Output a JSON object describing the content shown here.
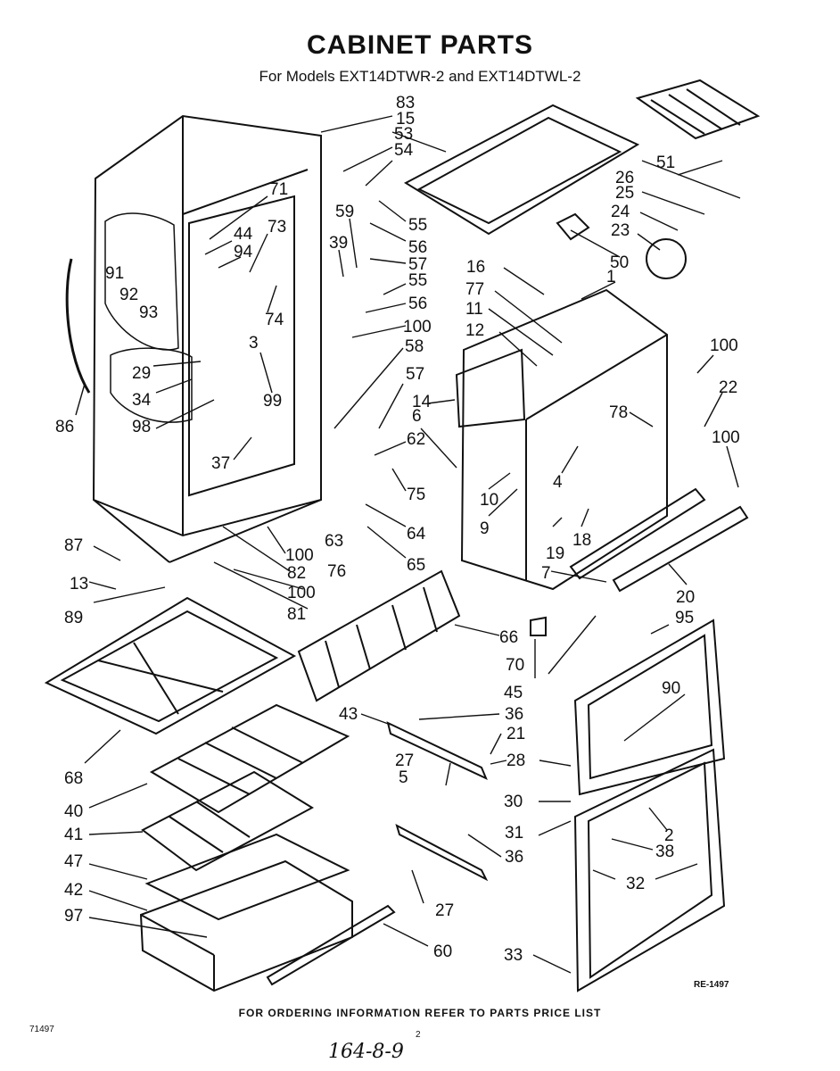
{
  "title": "CABINET PARTS",
  "subtitle": "For Models EXT14DTWR-2 and EXT14DTWL-2",
  "footer": "FOR ORDERING INFORMATION REFER TO PARTS PRICE LIST",
  "reference": "RE-1497",
  "code": "71497",
  "page_number": "2",
  "handwritten": "164-8-9",
  "part_labels": [
    "83",
    "15",
    "53",
    "54",
    "71",
    "44",
    "73",
    "94",
    "59",
    "39",
    "55",
    "56",
    "57",
    "55",
    "56",
    "100",
    "58",
    "57",
    "62",
    "75",
    "64",
    "65",
    "63",
    "76",
    "100",
    "82",
    "100",
    "81",
    "91",
    "92",
    "93",
    "74",
    "3",
    "99",
    "29",
    "34",
    "98",
    "86",
    "37",
    "87",
    "13",
    "89",
    "51",
    "26",
    "25",
    "24",
    "23",
    "50",
    "16",
    "1",
    "77",
    "11",
    "12",
    "100",
    "22",
    "78",
    "14",
    "6",
    "10",
    "9",
    "4",
    "19",
    "18",
    "7",
    "100",
    "20",
    "95",
    "66",
    "70",
    "45",
    "90",
    "43",
    "36",
    "21",
    "28",
    "27",
    "5",
    "36",
    "30",
    "31",
    "2",
    "38",
    "32",
    "27",
    "33",
    "68",
    "40",
    "41",
    "47",
    "42",
    "97",
    "60"
  ]
}
